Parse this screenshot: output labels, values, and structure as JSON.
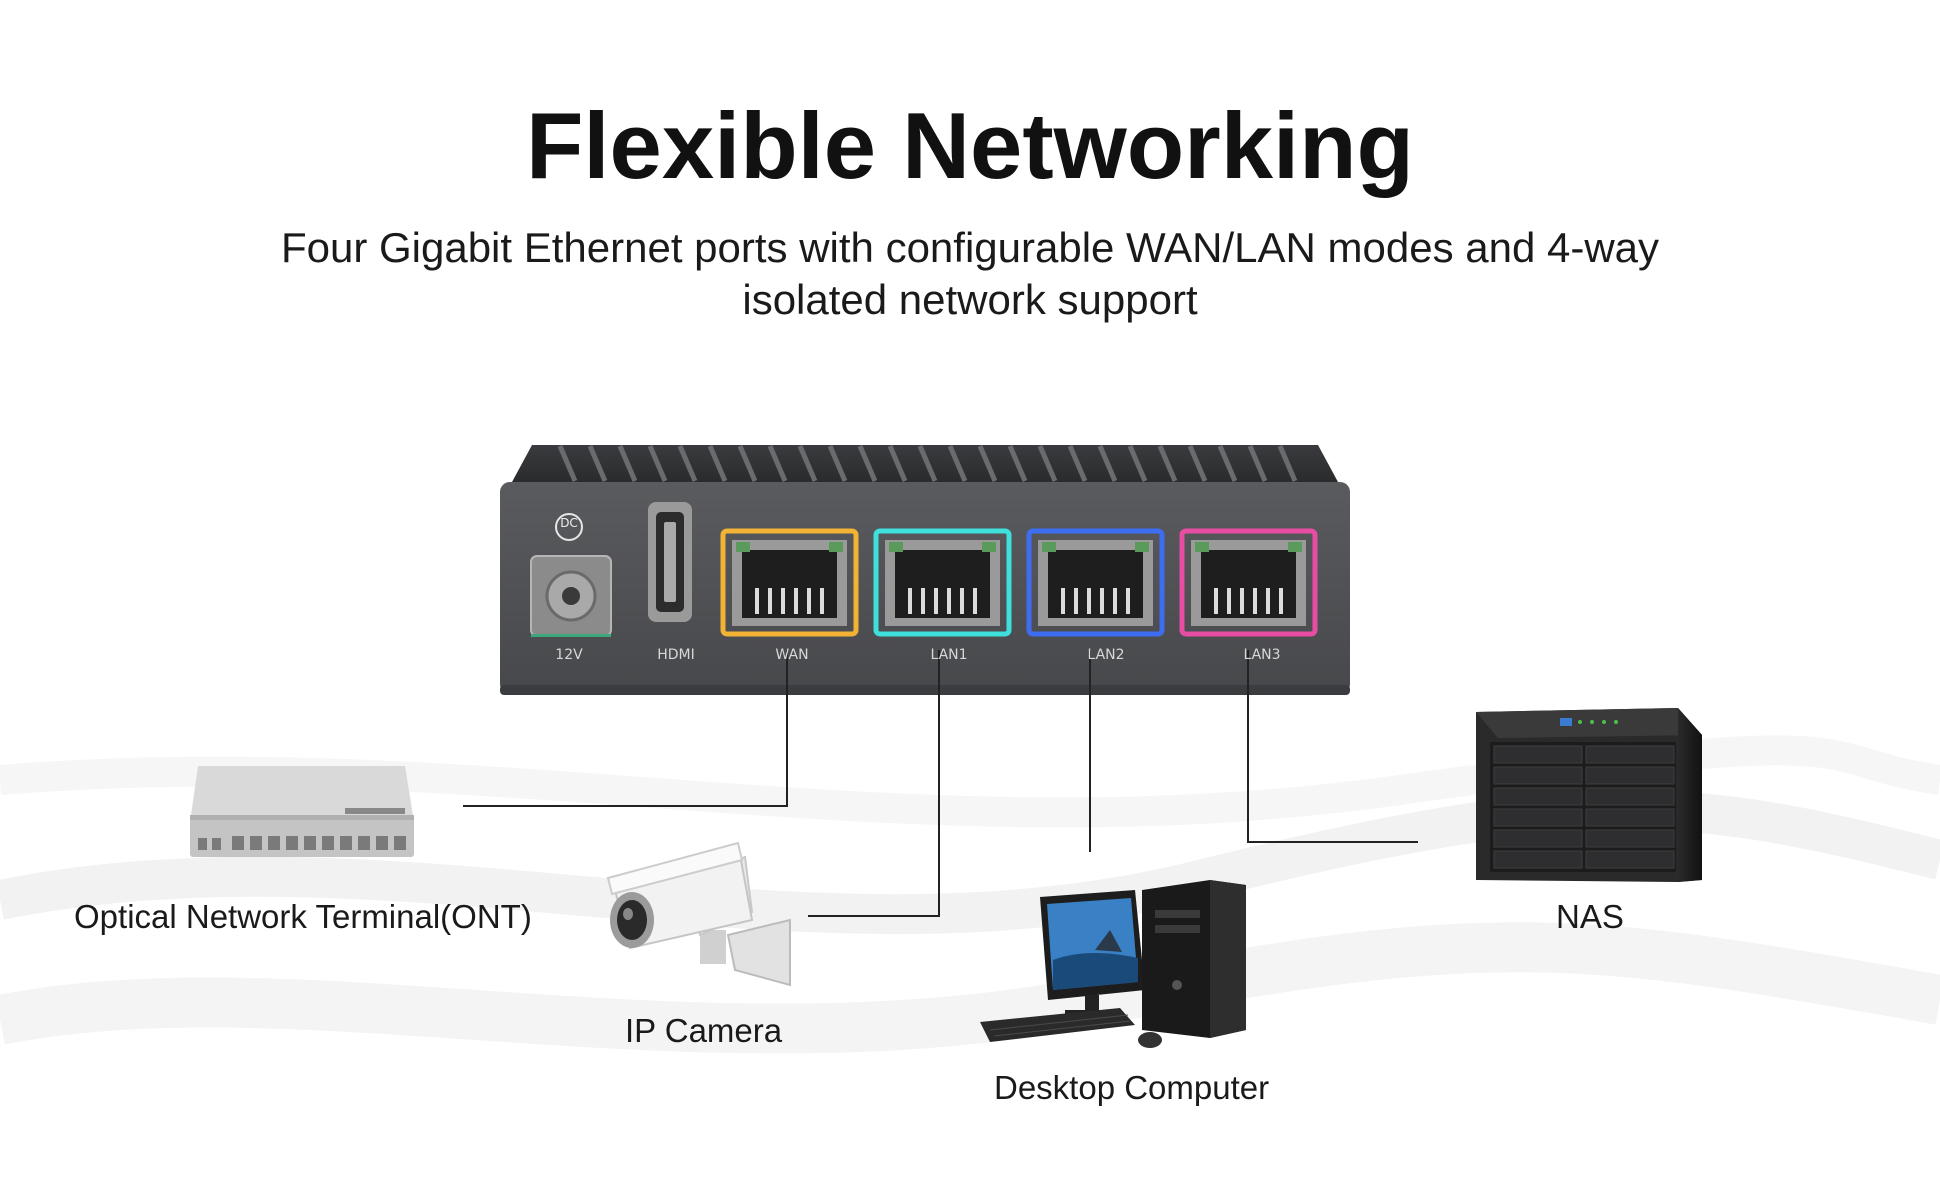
{
  "header": {
    "title": "Flexible Networking",
    "subtitle": "Four Gigabit Ethernet ports with configurable WAN/LAN modes and 4-way isolated network support"
  },
  "router": {
    "dc_badge": "DC",
    "ports": [
      {
        "label": "12V"
      },
      {
        "label": "HDMI"
      },
      {
        "label": "WAN",
        "color": "#f2b233"
      },
      {
        "label": "LAN1",
        "color": "#3ee0dc"
      },
      {
        "label": "LAN2",
        "color": "#3d6df0"
      },
      {
        "label": "LAN3",
        "color": "#e84da4"
      }
    ]
  },
  "devices": {
    "ont": "Optical Network Terminal(ONT)",
    "camera": "IP Camera",
    "desktop": "Desktop Computer",
    "nas": "NAS"
  }
}
